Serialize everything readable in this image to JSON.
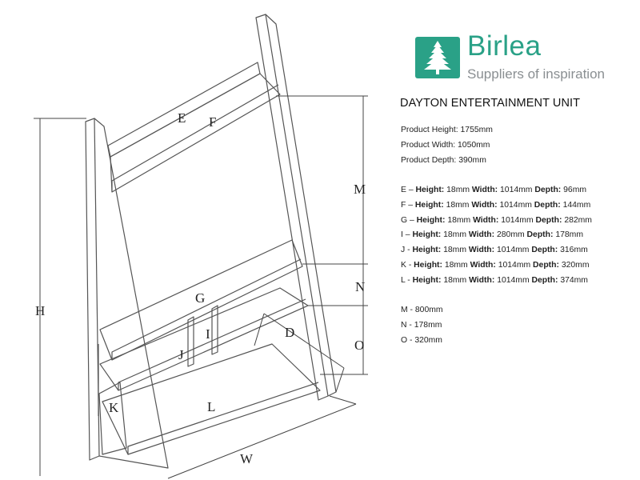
{
  "brand": {
    "name": "Birlea",
    "tagline": "Suppliers of inspiration",
    "color": "#2aa187",
    "logo_icon": "tree-icon"
  },
  "product_title": "DAYTON ENTERTAINMENT UNIT",
  "overall": [
    "Product Height: 1755mm",
    "Product Width: 1050mm",
    "Product Depth: 390mm"
  ],
  "parts": [
    {
      "id": "E",
      "height": "18mm",
      "width": "1014mm",
      "depth": "96mm"
    },
    {
      "id": "F",
      "height": "18mm",
      "width": "1014mm",
      "depth": "144mm"
    },
    {
      "id": "G",
      "height": "18mm",
      "width": "1014mm",
      "depth": "282mm"
    },
    {
      "id": "I",
      "height": "18mm",
      "width": "280mm",
      "depth": "178mm"
    },
    {
      "id": "J",
      "height": "18mm",
      "width": "1014mm",
      "depth": "316mm"
    },
    {
      "id": "K",
      "height": "18mm",
      "width": "1014mm",
      "depth": "320mm"
    },
    {
      "id": "L",
      "height": "18mm",
      "width": "1014mm",
      "depth": "374mm"
    }
  ],
  "part_labels": {
    "height": "Height:",
    "width": "Width:",
    "depth": "Depth:"
  },
  "measures": [
    "M - 800mm",
    "N - 178mm",
    "O - 320mm"
  ],
  "diagram_labels": {
    "E": "E",
    "F": "F",
    "G": "G",
    "I": "I",
    "J": "J",
    "K": "K",
    "L": "L",
    "H": "H",
    "M": "M",
    "N": "N",
    "O": "O",
    "D": "D",
    "W": "W"
  }
}
